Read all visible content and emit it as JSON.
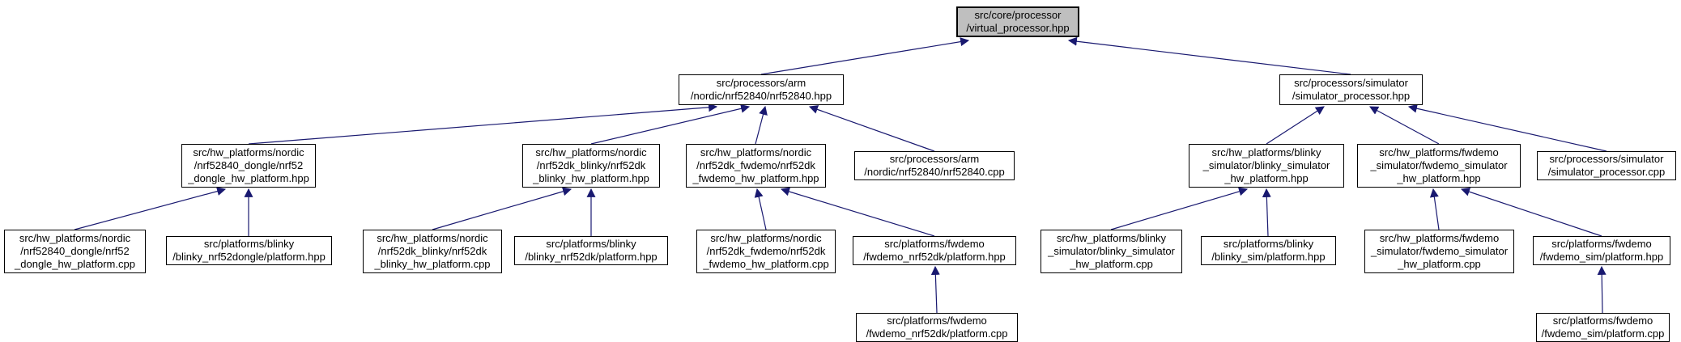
{
  "colors": {
    "arrow": "#191970",
    "node_border": "#000000",
    "node_fill": "#ffffff",
    "root_node_fill": "#bfbfbf",
    "background": "#ffffff"
  },
  "nodes": {
    "virtual-processor-hpp": {
      "label": "src/core/processor\n/virtual_processor.hpp"
    },
    "nrf52840-hpp": {
      "label": "src/processors/arm\n/nordic/nrf52840/nrf52840.hpp"
    },
    "simulator-processor-hpp": {
      "label": "src/processors/simulator\n/simulator_processor.hpp"
    },
    "nrf52840-dongle-hw-platform-hpp": {
      "label": "src/hw_platforms/nordic\n/nrf52840_dongle/nrf52\n_dongle_hw_platform.hpp"
    },
    "nrf52dk-blinky-hw-platform-hpp": {
      "label": "src/hw_platforms/nordic\n/nrf52dk_blinky/nrf52dk\n_blinky_hw_platform.hpp"
    },
    "nrf52dk-fwdemo-hw-platform-hpp": {
      "label": "src/hw_platforms/nordic\n/nrf52dk_fwdemo/nrf52dk\n_fwdemo_hw_platform.hpp"
    },
    "nrf52840-cpp": {
      "label": "src/processors/arm\n/nordic/nrf52840/nrf52840.cpp"
    },
    "blinky-simulator-hw-platform-hpp": {
      "label": "src/hw_platforms/blinky\n_simulator/blinky_simulator\n_hw_platform.hpp"
    },
    "fwdemo-simulator-hw-platform-hpp": {
      "label": "src/hw_platforms/fwdemo\n_simulator/fwdemo_simulator\n_hw_platform.hpp"
    },
    "simulator-processor-cpp": {
      "label": "src/processors/simulator\n/simulator_processor.cpp"
    },
    "nrf52840-dongle-hw-platform-cpp": {
      "label": "src/hw_platforms/nordic\n/nrf52840_dongle/nrf52\n_dongle_hw_platform.cpp"
    },
    "blinky-nrf52dongle-platform-hpp": {
      "label": "src/platforms/blinky\n/blinky_nrf52dongle/platform.hpp"
    },
    "nrf52dk-blinky-hw-platform-cpp": {
      "label": "src/hw_platforms/nordic\n/nrf52dk_blinky/nrf52dk\n_blinky_hw_platform.cpp"
    },
    "blinky-nrf52dk-platform-hpp": {
      "label": "src/platforms/blinky\n/blinky_nrf52dk/platform.hpp"
    },
    "nrf52dk-fwdemo-hw-platform-cpp": {
      "label": "src/hw_platforms/nordic\n/nrf52dk_fwdemo/nrf52dk\n_fwdemo_hw_platform.cpp"
    },
    "fwdemo-nrf52dk-platform-hpp": {
      "label": "src/platforms/fwdemo\n/fwdemo_nrf52dk/platform.hpp"
    },
    "blinky-simulator-hw-platform-cpp": {
      "label": "src/hw_platforms/blinky\n_simulator/blinky_simulator\n_hw_platform.cpp"
    },
    "blinky-sim-platform-hpp": {
      "label": "src/platforms/blinky\n/blinky_sim/platform.hpp"
    },
    "fwdemo-simulator-hw-platform-cpp": {
      "label": "src/hw_platforms/fwdemo\n_simulator/fwdemo_simulator\n_hw_platform.cpp"
    },
    "fwdemo-sim-platform-hpp": {
      "label": "src/platforms/fwdemo\n/fwdemo_sim/platform.hpp"
    },
    "fwdemo-nrf52dk-platform-cpp": {
      "label": "src/platforms/fwdemo\n/fwdemo_nrf52dk/platform.cpp"
    },
    "fwdemo-sim-platform-cpp": {
      "label": "src/platforms/fwdemo\n/fwdemo_sim/platform.cpp"
    }
  },
  "edges": [
    {
      "from": "nrf52840-hpp",
      "to": "virtual-processor-hpp"
    },
    {
      "from": "simulator-processor-hpp",
      "to": "virtual-processor-hpp"
    },
    {
      "from": "nrf52840-dongle-hw-platform-hpp",
      "to": "nrf52840-hpp"
    },
    {
      "from": "nrf52dk-blinky-hw-platform-hpp",
      "to": "nrf52840-hpp"
    },
    {
      "from": "nrf52dk-fwdemo-hw-platform-hpp",
      "to": "nrf52840-hpp"
    },
    {
      "from": "nrf52840-cpp",
      "to": "nrf52840-hpp"
    },
    {
      "from": "blinky-simulator-hw-platform-hpp",
      "to": "simulator-processor-hpp"
    },
    {
      "from": "fwdemo-simulator-hw-platform-hpp",
      "to": "simulator-processor-hpp"
    },
    {
      "from": "simulator-processor-cpp",
      "to": "simulator-processor-hpp"
    },
    {
      "from": "nrf52840-dongle-hw-platform-cpp",
      "to": "nrf52840-dongle-hw-platform-hpp"
    },
    {
      "from": "blinky-nrf52dongle-platform-hpp",
      "to": "nrf52840-dongle-hw-platform-hpp"
    },
    {
      "from": "nrf52dk-blinky-hw-platform-cpp",
      "to": "nrf52dk-blinky-hw-platform-hpp"
    },
    {
      "from": "blinky-nrf52dk-platform-hpp",
      "to": "nrf52dk-blinky-hw-platform-hpp"
    },
    {
      "from": "nrf52dk-fwdemo-hw-platform-cpp",
      "to": "nrf52dk-fwdemo-hw-platform-hpp"
    },
    {
      "from": "fwdemo-nrf52dk-platform-hpp",
      "to": "nrf52dk-fwdemo-hw-platform-hpp"
    },
    {
      "from": "blinky-simulator-hw-platform-cpp",
      "to": "blinky-simulator-hw-platform-hpp"
    },
    {
      "from": "blinky-sim-platform-hpp",
      "to": "blinky-simulator-hw-platform-hpp"
    },
    {
      "from": "fwdemo-simulator-hw-platform-cpp",
      "to": "fwdemo-simulator-hw-platform-hpp"
    },
    {
      "from": "fwdemo-sim-platform-hpp",
      "to": "fwdemo-simulator-hw-platform-hpp"
    },
    {
      "from": "fwdemo-nrf52dk-platform-cpp",
      "to": "fwdemo-nrf52dk-platform-hpp"
    },
    {
      "from": "fwdemo-sim-platform-cpp",
      "to": "fwdemo-sim-platform-hpp"
    }
  ]
}
